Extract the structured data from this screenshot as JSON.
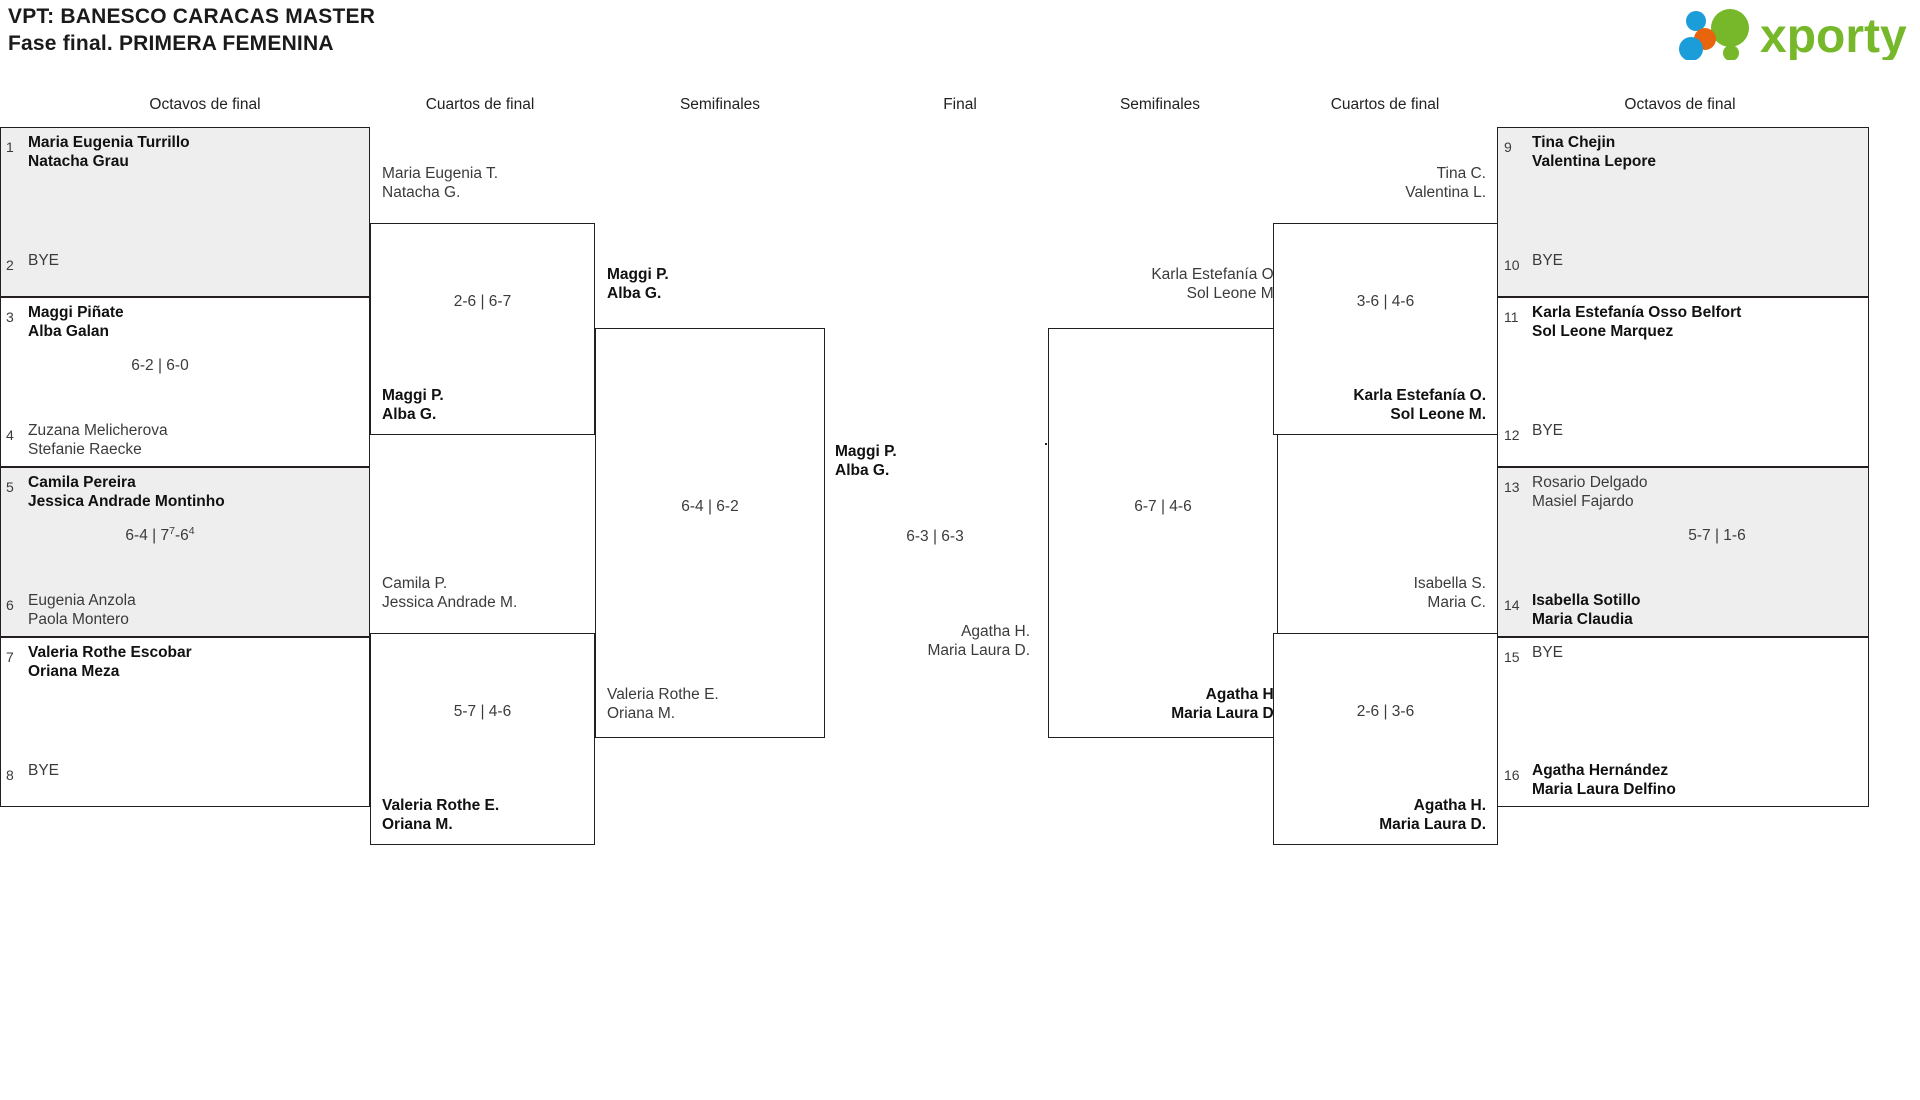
{
  "header": {
    "title_line1": "VPT: BANESCO CARACAS MASTER",
    "title_line2": "Fase final. PRIMERA FEMENINA",
    "logo_text": "xporty",
    "logo_colors": {
      "green": "#76b82a",
      "blue": "#1b9dd9",
      "orange": "#e8650d"
    }
  },
  "round_headers": {
    "l1": "Octavos de final",
    "l2": "Cuartos de final",
    "l3": "Semifinales",
    "final": "Final",
    "r3": "Semifinales",
    "r2": "Cuartos de final",
    "r1": "Octavos de final"
  },
  "bracket": {
    "left_r1": [
      {
        "seed_top": "1",
        "top_l1": "Maria Eugenia Turrillo",
        "top_l2": "Natacha Grau",
        "top_winner": true,
        "seed_bot": "2",
        "bot_l1": "BYE",
        "bot_l2": "",
        "bot_winner": false,
        "score": "",
        "shaded": true
      },
      {
        "seed_top": "3",
        "top_l1": "Maggi Piñate",
        "top_l2": "Alba Galan",
        "top_winner": true,
        "seed_bot": "4",
        "bot_l1": "Zuzana Melicherova",
        "bot_l2": "Stefanie Raecke",
        "bot_winner": false,
        "score": "6-2 | 6-0",
        "shaded": false
      },
      {
        "seed_top": "5",
        "top_l1": "Camila Pereira",
        "top_l2": "Jessica Andrade Montinho",
        "top_winner": true,
        "seed_bot": "6",
        "bot_l1": "Eugenia Anzola",
        "bot_l2": "Paola Montero",
        "bot_winner": false,
        "score": "6-4 | 7^7-6^4",
        "shaded": true
      },
      {
        "seed_top": "7",
        "top_l1": "Valeria Rothe Escobar",
        "top_l2": "Oriana Meza",
        "top_winner": true,
        "seed_bot": "8",
        "bot_l1": "BYE",
        "bot_l2": "",
        "bot_winner": false,
        "score": "",
        "shaded": false
      }
    ],
    "left_r2": [
      {
        "top_l1": "Maria Eugenia T.",
        "top_l2": "Natacha G.",
        "top_winner": false,
        "bot_l1": "Maggi P.",
        "bot_l2": "Alba G.",
        "bot_winner": true,
        "score": "2-6 | 6-7"
      },
      {
        "top_l1": "Camila P.",
        "top_l2": "Jessica Andrade M.",
        "top_winner": false,
        "bot_l1": "Valeria Rothe E.",
        "bot_l2": "Oriana M.",
        "bot_winner": true,
        "score": "5-7 | 4-6"
      }
    ],
    "left_r3": [
      {
        "top_l1": "Maggi P.",
        "top_l2": "Alba G.",
        "top_winner": true,
        "bot_l1": "Valeria Rothe E.",
        "bot_l2": "Oriana M.",
        "bot_winner": false,
        "score": "6-4 | 6-2"
      }
    ],
    "final": {
      "left_l1": "Maggi P.",
      "left_l2": "Alba G.",
      "left_winner": true,
      "right_l1": "Agatha H.",
      "right_l2": "Maria Laura D.",
      "right_winner": false,
      "score": "6-3 | 6-3"
    },
    "right_r3": [
      {
        "top_l1": "Karla Estefanía O.",
        "top_l2": "Sol Leone M.",
        "top_winner": false,
        "bot_l1": "Agatha H.",
        "bot_l2": "Maria Laura D.",
        "bot_winner": true,
        "score": "6-7 | 4-6"
      }
    ],
    "right_r2": [
      {
        "top_l1": "Tina C.",
        "top_l2": "Valentina L.",
        "top_winner": false,
        "bot_l1": "Karla Estefanía O.",
        "bot_l2": "Sol Leone M.",
        "bot_winner": true,
        "score": "3-6 | 4-6"
      },
      {
        "top_l1": "Isabella S.",
        "top_l2": "Maria C.",
        "top_winner": false,
        "bot_l1": "Agatha H.",
        "bot_l2": "Maria Laura D.",
        "bot_winner": true,
        "score": "2-6 | 3-6"
      }
    ],
    "right_r1": [
      {
        "seed_top": "9",
        "top_l1": "Tina Chejin",
        "top_l2": "Valentina Lepore",
        "top_winner": true,
        "seed_bot": "10",
        "bot_l1": "BYE",
        "bot_l2": "",
        "bot_winner": false,
        "score": "",
        "shaded": true
      },
      {
        "seed_top": "11",
        "top_l1": "Karla Estefanía Osso Belfort",
        "top_l2": "Sol Leone Marquez",
        "top_winner": true,
        "seed_bot": "12",
        "bot_l1": "BYE",
        "bot_l2": "",
        "bot_winner": false,
        "score": "",
        "shaded": false
      },
      {
        "seed_top": "13",
        "top_l1": "Rosario Delgado",
        "top_l2": "Masiel Fajardo",
        "top_winner": false,
        "seed_bot": "14",
        "bot_l1": "Isabella Sotillo",
        "bot_l2": "Maria Claudia",
        "bot_winner": true,
        "score": "5-7 | 1-6",
        "shaded": true
      },
      {
        "seed_top": "15",
        "top_l1": "BYE",
        "top_l2": "",
        "top_winner": false,
        "seed_bot": "16",
        "bot_l1": "Agatha Hernández",
        "bot_l2": "Maria Laura Delfino",
        "bot_winner": true,
        "score": "",
        "shaded": false
      }
    ]
  }
}
